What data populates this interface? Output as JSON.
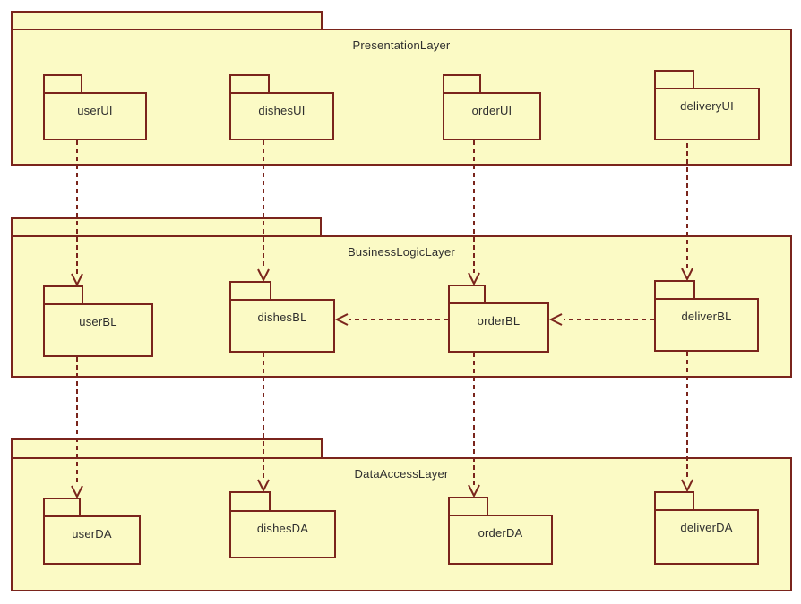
{
  "diagram": {
    "type": "uml-package-diagram",
    "colors": {
      "package_fill": "#FBFAC5",
      "line_stroke": "#7A241C",
      "text": "#2E2E2E",
      "canvas_background": "#FFFFFF"
    },
    "layers": [
      {
        "title": "PresentationLayer",
        "packages": [
          {
            "label": "userUI"
          },
          {
            "label": "dishesUI"
          },
          {
            "label": "orderUI"
          },
          {
            "label": "deliveryUI"
          }
        ]
      },
      {
        "title": "BusinessLogicLayer",
        "packages": [
          {
            "label": "userBL"
          },
          {
            "label": "dishesBL"
          },
          {
            "label": "orderBL"
          },
          {
            "label": "deliverBL"
          }
        ]
      },
      {
        "title": "DataAccessLayer",
        "packages": [
          {
            "label": "userDA"
          },
          {
            "label": "dishesDA"
          },
          {
            "label": "orderDA"
          },
          {
            "label": "deliverDA"
          }
        ]
      }
    ],
    "dependencies": [
      {
        "from": "userUI",
        "to": "userBL"
      },
      {
        "from": "dishesUI",
        "to": "dishesBL"
      },
      {
        "from": "orderUI",
        "to": "orderBL"
      },
      {
        "from": "deliveryUI",
        "to": "deliverBL"
      },
      {
        "from": "orderBL",
        "to": "dishesBL"
      },
      {
        "from": "deliverBL",
        "to": "orderBL"
      },
      {
        "from": "userBL",
        "to": "userDA"
      },
      {
        "from": "dishesBL",
        "to": "dishesDA"
      },
      {
        "from": "orderBL",
        "to": "orderDA"
      },
      {
        "from": "deliverBL",
        "to": "deliverDA"
      }
    ]
  }
}
